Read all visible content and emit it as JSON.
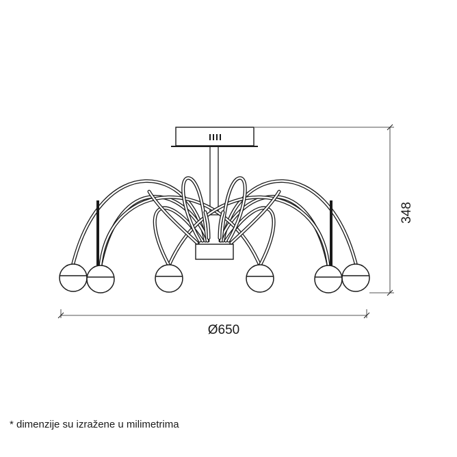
{
  "drawing": {
    "width_dimension": "Ø650",
    "height_dimension": "348",
    "footnote": "* dimenzije su izražene u milimetrima"
  }
}
